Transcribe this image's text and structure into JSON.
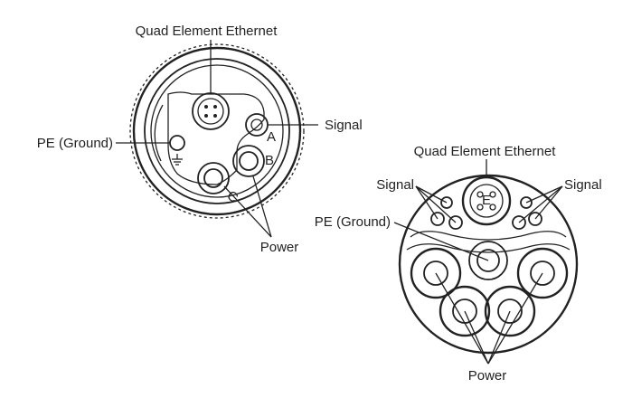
{
  "left_connector": {
    "label_ethernet": "Quad Element Ethernet",
    "label_ground": "PE (Ground)",
    "label_signal": "Signal",
    "label_power": "Power",
    "pin_a": "A",
    "pin_b": "B",
    "pin_c": "C"
  },
  "right_connector": {
    "label_ethernet": "Quad Element Ethernet",
    "label_signal_left": "Signal",
    "label_signal_right": "Signal",
    "label_ground": "PE (Ground)",
    "label_power": "Power",
    "center_mark": "E"
  },
  "colors": {
    "ink": "#222222",
    "background": "#ffffff"
  }
}
